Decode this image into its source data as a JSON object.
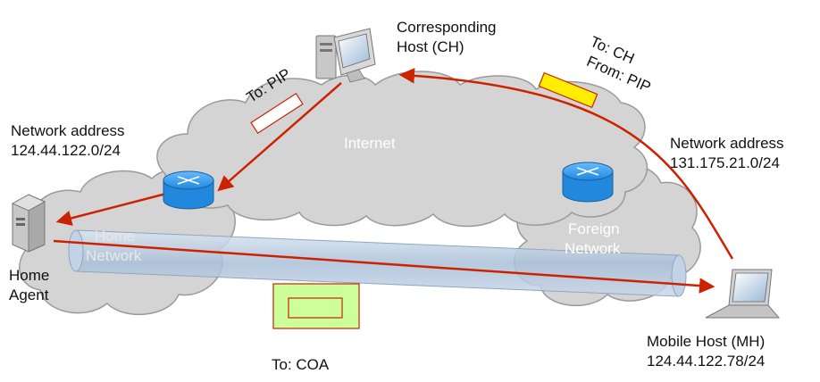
{
  "labels": {
    "corresponding_host": [
      "Corresponding",
      "Host (CH)"
    ],
    "to_ch": "To: CH",
    "from_pip": "From: PIP",
    "to_pip": "To: PIP",
    "home_network_address_title": "Network address",
    "home_network_address": "124.44.122.0/24",
    "foreign_network_address_title": "Network address",
    "foreign_network_address": "131.175.21.0/24",
    "internet": "Internet",
    "home_network": [
      "Home",
      "Network"
    ],
    "foreign_network": [
      "Foreign",
      "Network"
    ],
    "home_agent": [
      "Home",
      "Agent"
    ],
    "mobile_host": "Mobile Host (MH)",
    "mobile_host_ip": "124.44.122.78/24",
    "to_coa": "To: COA"
  },
  "colors": {
    "cloud_fill": "#d4d4d4",
    "cloud_stroke": "#9a9a9a",
    "arrow": "#cc2200",
    "router": "#3399ee",
    "packet_yellow": "#ffee00",
    "packet_green": "#ccff99",
    "tunnel": "#b9cbe0"
  },
  "icons": [
    "computer-icon",
    "server-icon",
    "router-icon",
    "laptop-icon",
    "packet-icon"
  ]
}
